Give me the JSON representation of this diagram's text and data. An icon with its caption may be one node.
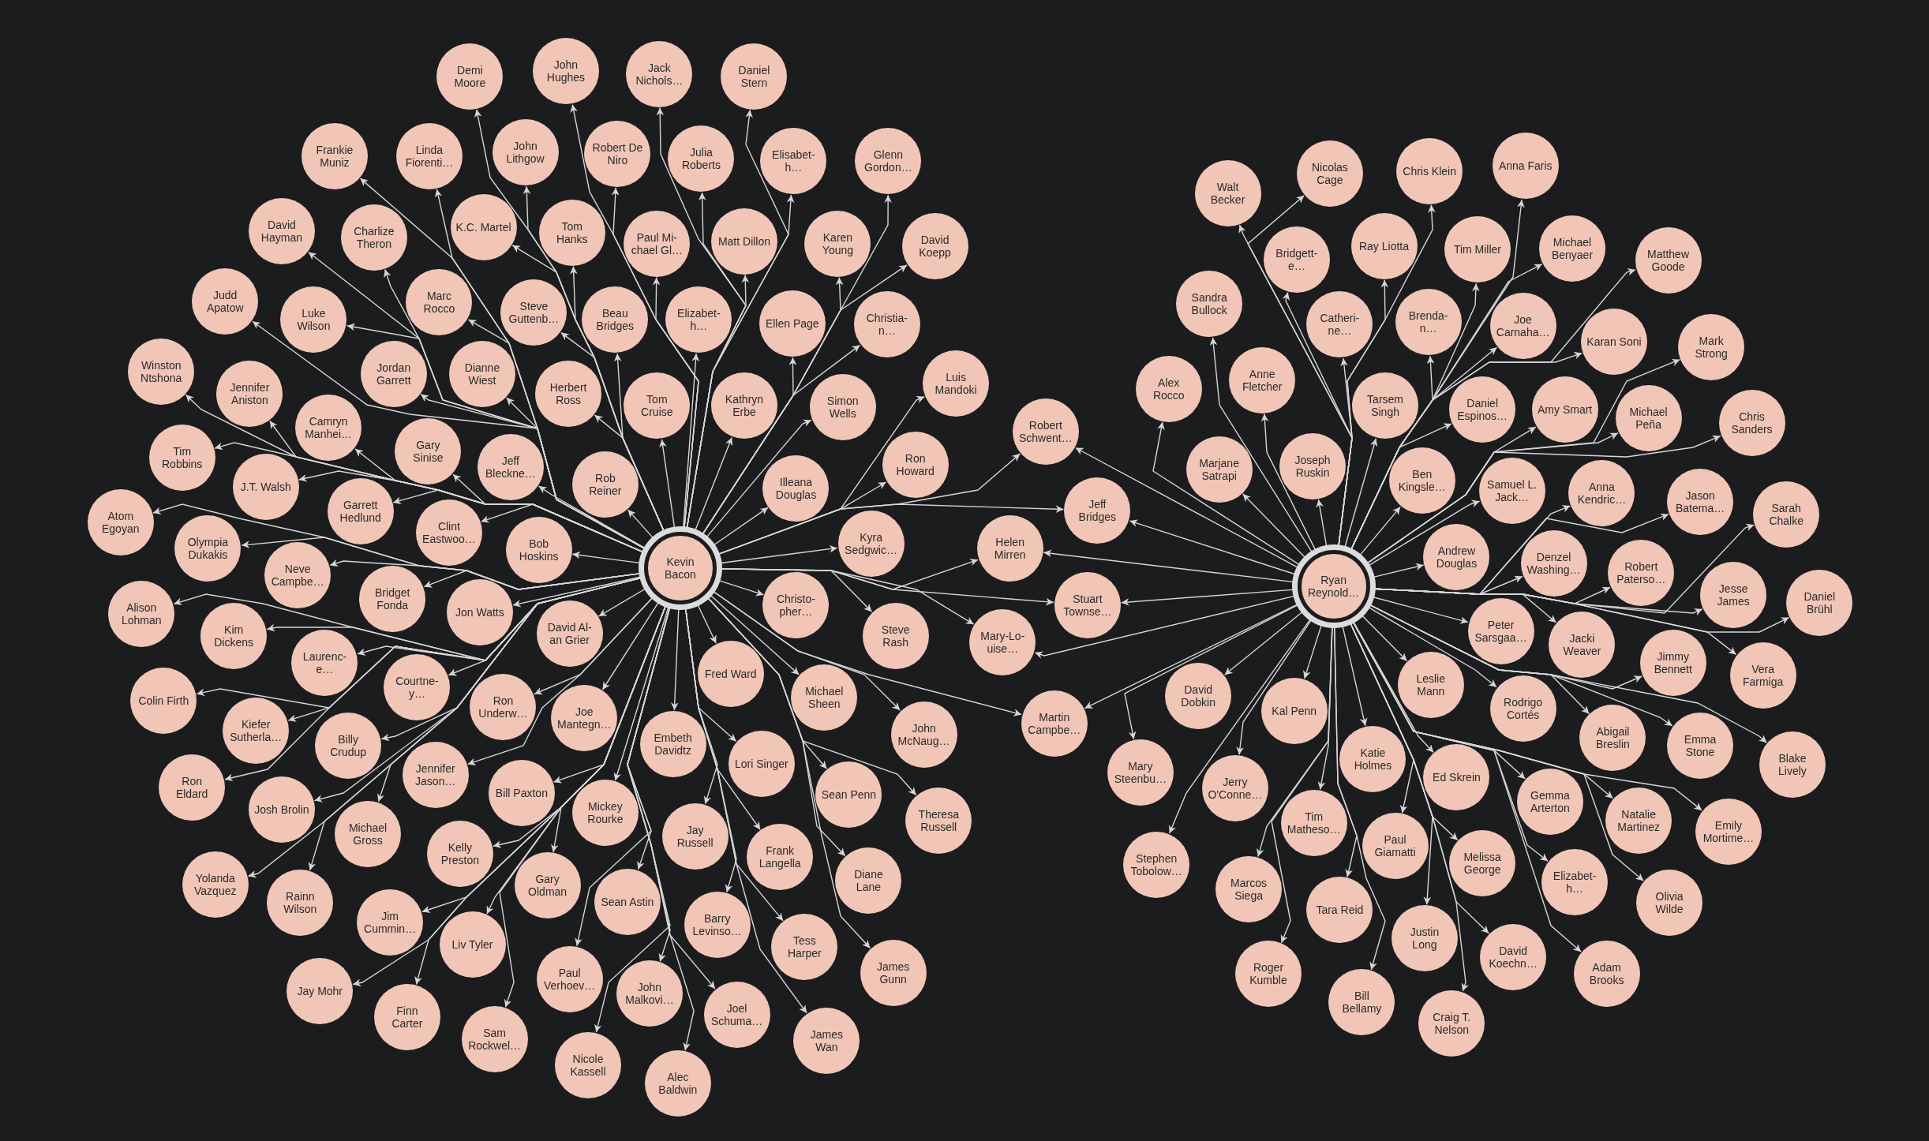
{
  "diagram": {
    "nodes": [
      {
        "text": [
          "Kevin Bacon"
        ]
      },
      {
        "text": [
          "Demi Moore"
        ]
      },
      {
        "text": [
          "John Hughes"
        ]
      },
      {
        "text": [
          "Jack Nichols…"
        ]
      },
      {
        "text": [
          "Daniel Stern"
        ]
      },
      {
        "text": [
          "Frankie Muniz"
        ]
      },
      {
        "text": [
          "Linda Fiorenti…"
        ]
      },
      {
        "text": [
          "John Lithgow"
        ]
      },
      {
        "text": [
          "Robert De Niro"
        ]
      },
      {
        "text": [
          "Julia Roberts"
        ]
      },
      {
        "text": [
          "Elisabet- h…"
        ]
      },
      {
        "text": [
          "Glenn Gordon…"
        ]
      },
      {
        "text": [
          "David Hayman"
        ]
      },
      {
        "text": [
          "Charlize Theron"
        ]
      },
      {
        "text": [
          "K.C. Martel"
        ]
      },
      {
        "text": [
          "Tom Hanks"
        ]
      },
      {
        "text": [
          "Paul Mi- chael Gl…"
        ]
      },
      {
        "text": [
          "Matt Dillon"
        ]
      },
      {
        "text": [
          "Karen Young"
        ]
      },
      {
        "text": [
          "David Koepp"
        ]
      },
      {
        "text": [
          "Judd Apatow"
        ]
      },
      {
        "text": [
          "Luke Wilson"
        ]
      },
      {
        "text": [
          "Marc Rocco"
        ]
      },
      {
        "text": [
          "Steve Guttenb…"
        ]
      },
      {
        "text": [
          "Beau Bridges"
        ]
      },
      {
        "text": [
          "Elizabet- h…"
        ]
      },
      {
        "text": [
          "Ellen Page"
        ]
      },
      {
        "text": [
          "Christia- n…"
        ]
      },
      {
        "text": [
          "Winston Ntshona"
        ]
      },
      {
        "text": [
          "Jennifer Aniston"
        ]
      },
      {
        "text": [
          "Jordan Garrett"
        ]
      },
      {
        "text": [
          "Dianne Wiest"
        ]
      },
      {
        "text": [
          "Herbert Ross"
        ]
      },
      {
        "text": [
          "Tom Cruise"
        ]
      },
      {
        "text": [
          "Kathryn Erbe"
        ]
      },
      {
        "text": [
          "Simon Wells"
        ]
      },
      {
        "text": [
          "Luis Mandoki"
        ]
      },
      {
        "text": [
          "Camryn Manhei…"
        ]
      },
      {
        "text": [
          "Gary Sinise"
        ]
      },
      {
        "text": [
          "Jeff Bleckne…"
        ]
      },
      {
        "text": [
          "Rob Reiner"
        ]
      },
      {
        "text": [
          "Tim Robbins"
        ]
      },
      {
        "text": [
          "J.T. Walsh"
        ]
      },
      {
        "text": [
          "Garrett Hedlund"
        ]
      },
      {
        "text": [
          "Clint Eastwoo…"
        ]
      },
      {
        "text": [
          "Bob Hoskins"
        ]
      },
      {
        "text": [
          "Atom Egoyan"
        ]
      },
      {
        "text": [
          "Olympia Dukakis"
        ]
      },
      {
        "text": [
          "Illeana Douglas"
        ]
      },
      {
        "text": [
          "Ron Howard"
        ]
      },
      {
        "text": [
          "Kyra Sedgwic…"
        ]
      },
      {
        "text": [
          "Neve Campbe…"
        ]
      },
      {
        "text": [
          "Bridget Fonda"
        ]
      },
      {
        "text": [
          "Jon Watts"
        ]
      },
      {
        "text": [
          "David Al- an Grier"
        ]
      },
      {
        "text": [
          "Alison Lohman"
        ]
      },
      {
        "text": [
          "Kim Dickens"
        ]
      },
      {
        "text": [
          "Christo- pher…"
        ]
      },
      {
        "text": [
          "Steve Rash"
        ]
      },
      {
        "text": [
          "Laurenc- e…"
        ]
      },
      {
        "text": [
          "Courtne- y…"
        ]
      },
      {
        "text": [
          "Ron Underw…"
        ]
      },
      {
        "text": [
          "Fred Ward"
        ]
      },
      {
        "text": [
          "Colin Firth"
        ]
      },
      {
        "text": [
          "Kiefer Sutherla…"
        ]
      },
      {
        "text": [
          "Billy Crudup"
        ]
      },
      {
        "text": [
          "Joe Mantegn…"
        ]
      },
      {
        "text": [
          "Embeth Davidtz"
        ]
      },
      {
        "text": [
          "Michael Sheen"
        ]
      },
      {
        "text": [
          "John McNaug…"
        ]
      },
      {
        "text": [
          "Ron Eldard"
        ]
      },
      {
        "text": [
          "Jennifer Jason…"
        ]
      },
      {
        "text": [
          "Bill Paxton"
        ]
      },
      {
        "text": [
          "Lori Singer"
        ]
      },
      {
        "text": [
          "Sean Penn"
        ]
      },
      {
        "text": [
          "Josh Brolin"
        ]
      },
      {
        "text": [
          "Michael Gross"
        ]
      },
      {
        "text": [
          "Mickey Rourke"
        ]
      },
      {
        "text": [
          "Jay Russell"
        ]
      },
      {
        "text": [
          "Theresa Russell"
        ]
      },
      {
        "text": [
          "Yolanda Vazquez"
        ]
      },
      {
        "text": [
          "Kelly Preston"
        ]
      },
      {
        "text": [
          "Gary Oldman"
        ]
      },
      {
        "text": [
          "Frank Langella"
        ]
      },
      {
        "text": [
          "Diane Lane"
        ]
      },
      {
        "text": [
          "Rainn Wilson"
        ]
      },
      {
        "text": [
          "Sean Astin"
        ]
      },
      {
        "text": [
          "Jim Cummin…"
        ]
      },
      {
        "text": [
          "Liv Tyler"
        ]
      },
      {
        "text": [
          "Barry Levinso…"
        ]
      },
      {
        "text": [
          "Tess Harper"
        ]
      },
      {
        "text": [
          "Jay Mohr"
        ]
      },
      {
        "text": [
          "Paul Verhoev…"
        ]
      },
      {
        "text": [
          "John Malkovi…"
        ]
      },
      {
        "text": [
          "Joel Schuma…"
        ]
      },
      {
        "text": [
          "James Gunn"
        ]
      },
      {
        "text": [
          "Finn Carter"
        ]
      },
      {
        "text": [
          "Sam Rockwel…"
        ]
      },
      {
        "text": [
          "James Wan"
        ]
      },
      {
        "text": [
          "Nicole Kassell"
        ]
      },
      {
        "text": [
          "Alec Baldwin"
        ]
      },
      {
        "text": [
          "Robert Schwent…"
        ]
      },
      {
        "text": [
          "Jeff Bridges"
        ]
      },
      {
        "text": [
          "Helen Mirren"
        ]
      },
      {
        "text": [
          "Stuart Townse…"
        ]
      },
      {
        "text": [
          "Mary-Lo- uise…"
        ]
      },
      {
        "text": [
          "Martin Campbe…"
        ]
      },
      {
        "text": [
          "Ryan Reynold…"
        ]
      },
      {
        "text": [
          "Walt Becker"
        ]
      },
      {
        "text": [
          "Nicolas Cage"
        ]
      },
      {
        "text": [
          "Chris Klein"
        ]
      },
      {
        "text": [
          "Anna Faris"
        ]
      },
      {
        "text": [
          "Bridgett- e…"
        ]
      },
      {
        "text": [
          "Ray Liotta"
        ]
      },
      {
        "text": [
          "Tim Miller"
        ]
      },
      {
        "text": [
          "Michael Benyaer"
        ]
      },
      {
        "text": [
          "Matthew Goode"
        ]
      },
      {
        "text": [
          "Sandra Bullock"
        ]
      },
      {
        "text": [
          "Catheri- ne…"
        ]
      },
      {
        "text": [
          "Brenda- n…"
        ]
      },
      {
        "text": [
          "Joe Carnaha…"
        ]
      },
      {
        "text": [
          "Karan Soni"
        ]
      },
      {
        "text": [
          "Mark Strong"
        ]
      },
      {
        "text": [
          "Alex Rocco"
        ]
      },
      {
        "text": [
          "Anne Fletcher"
        ]
      },
      {
        "text": [
          "Tarsem Singh"
        ]
      },
      {
        "text": [
          "Daniel Espinos…"
        ]
      },
      {
        "text": [
          "Amy Smart"
        ]
      },
      {
        "text": [
          "Michael Peña"
        ]
      },
      {
        "text": [
          "Chris Sanders"
        ]
      },
      {
        "text": [
          "Marjane Satrapi"
        ]
      },
      {
        "text": [
          "Joseph Ruskin"
        ]
      },
      {
        "text": [
          "Ben Kingsle…"
        ]
      },
      {
        "text": [
          "Samuel L. Jack…"
        ]
      },
      {
        "text": [
          "Anna Kendric…"
        ]
      },
      {
        "text": [
          "Jason Batema…"
        ]
      },
      {
        "text": [
          "Sarah Chalke"
        ]
      },
      {
        "text": [
          "Andrew Douglas"
        ]
      },
      {
        "text": [
          "Denzel Washing…"
        ]
      },
      {
        "text": [
          "Robert Paterso…"
        ]
      },
      {
        "text": [
          "Jesse James"
        ]
      },
      {
        "text": [
          "Daniel Brühl"
        ]
      },
      {
        "text": [
          "Peter Sarsgaa…"
        ]
      },
      {
        "text": [
          "Jacki Weaver"
        ]
      },
      {
        "text": [
          "Jimmy Bennett"
        ]
      },
      {
        "text": [
          "Vera Farmiga"
        ]
      },
      {
        "text": [
          "David Dobkin"
        ]
      },
      {
        "text": [
          "Kal Penn"
        ]
      },
      {
        "text": [
          "Leslie Mann"
        ]
      },
      {
        "text": [
          "Rodrigo Cortés"
        ]
      },
      {
        "text": [
          "Abigail Breslin"
        ]
      },
      {
        "text": [
          "Emma Stone"
        ]
      },
      {
        "text": [
          "Blake Lively"
        ]
      },
      {
        "text": [
          "Mary Steenbu…"
        ]
      },
      {
        "text": [
          "Jerry O'Conne…"
        ]
      },
      {
        "text": [
          "Katie Holmes"
        ]
      },
      {
        "text": [
          "Ed Skrein"
        ]
      },
      {
        "text": [
          "Gemma Arterton"
        ]
      },
      {
        "text": [
          "Natalie Martinez"
        ]
      },
      {
        "text": [
          "Emily Mortime…"
        ]
      },
      {
        "text": [
          "Tim Matheso…"
        ]
      },
      {
        "text": [
          "Paul Giamatti"
        ]
      },
      {
        "text": [
          "Melissa George"
        ]
      },
      {
        "text": [
          "Elizabet- h…"
        ]
      },
      {
        "text": [
          "Olivia Wilde"
        ]
      },
      {
        "text": [
          "Stephen Tobolow…"
        ]
      },
      {
        "text": [
          "Marcos Siega"
        ]
      },
      {
        "text": [
          "Tara Reid"
        ]
      },
      {
        "text": [
          "Justin Long"
        ]
      },
      {
        "text": [
          "David Koechn…"
        ]
      },
      {
        "text": [
          "Adam Brooks"
        ]
      },
      {
        "text": [
          "Roger Kumble"
        ]
      },
      {
        "text": [
          "Bill Bellamy"
        ]
      },
      {
        "text": [
          "Craig T. Nelson"
        ]
      }
    ],
    "edges": [
      {
        "from": 0,
        "to": 1,
        "arrow": "to"
      },
      {
        "from": 0,
        "to": 2,
        "arrow": "to"
      },
      {
        "from": 0,
        "to": 3,
        "arrow": "to"
      },
      {
        "from": 0,
        "to": 4,
        "arrow": "to"
      },
      {
        "from": 0,
        "to": 5,
        "arrow": "to"
      },
      {
        "from": 0,
        "to": 6,
        "arrow": "to"
      },
      {
        "from": 0,
        "to": 7,
        "arrow": "to"
      },
      {
        "from": 0,
        "to": 8,
        "arrow": "to"
      },
      {
        "from": 0,
        "to": 9,
        "arrow": "to"
      },
      {
        "from": 0,
        "to": 10,
        "arrow": "to"
      },
      {
        "from": 0,
        "to": 11,
        "arrow": "to"
      },
      {
        "from": 0,
        "to": 12,
        "arrow": "to"
      },
      {
        "from": 0,
        "to": 13,
        "arrow": "to"
      },
      {
        "from": 0,
        "to": 14,
        "arrow": "to"
      },
      {
        "from": 0,
        "to": 15,
        "arrow": "to"
      },
      {
        "from": 0,
        "to": 16,
        "arrow": "to"
      },
      {
        "from": 0,
        "to": 17,
        "arrow": "to"
      },
      {
        "from": 0,
        "to": 18,
        "arrow": "to"
      },
      {
        "from": 0,
        "to": 19,
        "arrow": "to"
      },
      {
        "from": 0,
        "to": 20,
        "arrow": "to"
      },
      {
        "from": 0,
        "to": 21,
        "arrow": "to"
      },
      {
        "from": 0,
        "to": 22,
        "arrow": "to"
      },
      {
        "from": 0,
        "to": 23,
        "arrow": "to"
      },
      {
        "from": 0,
        "to": 24,
        "arrow": "to"
      },
      {
        "from": 0,
        "to": 25,
        "arrow": "to"
      },
      {
        "from": 0,
        "to": 26,
        "arrow": "to"
      },
      {
        "from": 0,
        "to": 27,
        "arrow": "to"
      },
      {
        "from": 0,
        "to": 28,
        "arrow": "to"
      },
      {
        "from": 0,
        "to": 29,
        "arrow": "to"
      },
      {
        "from": 0,
        "to": 30,
        "arrow": "to"
      },
      {
        "from": 0,
        "to": 31,
        "arrow": "to"
      },
      {
        "from": 0,
        "to": 32,
        "arrow": "to"
      },
      {
        "from": 0,
        "to": 33,
        "arrow": "to"
      },
      {
        "from": 0,
        "to": 34,
        "arrow": "to"
      },
      {
        "from": 0,
        "to": 35,
        "arrow": "to"
      },
      {
        "from": 0,
        "to": 36,
        "arrow": "to"
      },
      {
        "from": 0,
        "to": 37,
        "arrow": "to"
      },
      {
        "from": 0,
        "to": 38,
        "arrow": "to"
      },
      {
        "from": 0,
        "to": 39,
        "arrow": "to"
      },
      {
        "from": 0,
        "to": 40,
        "arrow": "to"
      },
      {
        "from": 0,
        "to": 41,
        "arrow": "to"
      },
      {
        "from": 0,
        "to": 42,
        "arrow": "to"
      },
      {
        "from": 0,
        "to": 43,
        "arrow": "to"
      },
      {
        "from": 0,
        "to": 44,
        "arrow": "to"
      },
      {
        "from": 0,
        "to": 45,
        "arrow": "to"
      },
      {
        "from": 0,
        "to": 46,
        "arrow": "to"
      },
      {
        "from": 0,
        "to": 47,
        "arrow": "to"
      },
      {
        "from": 0,
        "to": 48,
        "arrow": "to"
      },
      {
        "from": 0,
        "to": 49,
        "arrow": "to"
      },
      {
        "from": 0,
        "to": 50,
        "arrow": "to"
      },
      {
        "from": 0,
        "to": 51,
        "arrow": "to"
      },
      {
        "from": 0,
        "to": 52,
        "arrow": "to"
      },
      {
        "from": 0,
        "to": 53,
        "arrow": "to"
      },
      {
        "from": 0,
        "to": 54,
        "arrow": "to"
      },
      {
        "from": 0,
        "to": 55,
        "arrow": "to"
      },
      {
        "from": 0,
        "to": 56,
        "arrow": "to"
      },
      {
        "from": 0,
        "to": 57,
        "arrow": "to"
      },
      {
        "from": 0,
        "to": 58,
        "arrow": "to"
      },
      {
        "from": 0,
        "to": 59,
        "arrow": "to"
      },
      {
        "from": 0,
        "to": 60,
        "arrow": "to"
      },
      {
        "from": 0,
        "to": 61,
        "arrow": "to"
      },
      {
        "from": 0,
        "to": 62,
        "arrow": "to"
      },
      {
        "from": 0,
        "to": 63,
        "arrow": "to"
      },
      {
        "from": 0,
        "to": 64,
        "arrow": "to"
      },
      {
        "from": 0,
        "to": 65,
        "arrow": "to"
      },
      {
        "from": 0,
        "to": 66,
        "arrow": "to"
      },
      {
        "from": 0,
        "to": 67,
        "arrow": "to"
      },
      {
        "from": 0,
        "to": 68,
        "arrow": "to"
      },
      {
        "from": 0,
        "to": 69,
        "arrow": "to"
      },
      {
        "from": 0,
        "to": 70,
        "arrow": "to"
      },
      {
        "from": 0,
        "to": 71,
        "arrow": "to"
      },
      {
        "from": 0,
        "to": 72,
        "arrow": "to"
      },
      {
        "from": 0,
        "to": 73,
        "arrow": "to"
      },
      {
        "from": 0,
        "to": 74,
        "arrow": "to"
      },
      {
        "from": 0,
        "to": 75,
        "arrow": "to"
      },
      {
        "from": 0,
        "to": 76,
        "arrow": "to"
      },
      {
        "from": 0,
        "to": 77,
        "arrow": "to"
      },
      {
        "from": 0,
        "to": 78,
        "arrow": "to"
      },
      {
        "from": 0,
        "to": 79,
        "arrow": "to"
      },
      {
        "from": 0,
        "to": 80,
        "arrow": "to"
      },
      {
        "from": 0,
        "to": 81,
        "arrow": "to"
      },
      {
        "from": 0,
        "to": 82,
        "arrow": "to"
      },
      {
        "from": 0,
        "to": 83,
        "arrow": "to"
      },
      {
        "from": 0,
        "to": 84,
        "arrow": "to"
      },
      {
        "from": 0,
        "to": 85,
        "arrow": "to"
      },
      {
        "from": 0,
        "to": 86,
        "arrow": "to"
      },
      {
        "from": 0,
        "to": 87,
        "arrow": "to"
      },
      {
        "from": 0,
        "to": 88,
        "arrow": "to"
      },
      {
        "from": 0,
        "to": 89,
        "arrow": "to"
      },
      {
        "from": 0,
        "to": 90,
        "arrow": "to"
      },
      {
        "from": 0,
        "to": 91,
        "arrow": "to"
      },
      {
        "from": 0,
        "to": 92,
        "arrow": "to"
      },
      {
        "from": 0,
        "to": 93,
        "arrow": "to"
      },
      {
        "from": 0,
        "to": 94,
        "arrow": "to"
      },
      {
        "from": 0,
        "to": 95,
        "arrow": "to"
      },
      {
        "from": 0,
        "to": 96,
        "arrow": "to"
      },
      {
        "from": 0,
        "to": 97,
        "arrow": "to"
      },
      {
        "from": 0,
        "to": 98,
        "arrow": "to"
      },
      {
        "from": 0,
        "to": 99,
        "arrow": "to"
      },
      {
        "from": 0,
        "to": 100,
        "arrow": "to"
      },
      {
        "from": 0,
        "to": 101,
        "arrow": "to"
      },
      {
        "from": 0,
        "to": 102,
        "arrow": "to"
      },
      {
        "from": 0,
        "to": 103,
        "arrow": "to"
      },
      {
        "from": 0,
        "to": 104,
        "arrow": "to"
      },
      {
        "from": 0,
        "to": 105,
        "arrow": "to"
      },
      {
        "from": 0,
        "to": 106,
        "arrow": "to"
      },
      {
        "from": 107,
        "to": 101,
        "arrow": "to"
      },
      {
        "from": 107,
        "to": 102,
        "arrow": "to"
      },
      {
        "from": 107,
        "to": 103,
        "arrow": "to"
      },
      {
        "from": 107,
        "to": 104,
        "arrow": "to"
      },
      {
        "from": 107,
        "to": 105,
        "arrow": "to"
      },
      {
        "from": 107,
        "to": 106,
        "arrow": "to"
      },
      {
        "from": 107,
        "to": 108,
        "arrow": "to"
      },
      {
        "from": 107,
        "to": 109,
        "arrow": "to"
      },
      {
        "from": 107,
        "to": 110,
        "arrow": "to"
      },
      {
        "from": 107,
        "to": 111,
        "arrow": "to"
      },
      {
        "from": 107,
        "to": 112,
        "arrow": "to"
      },
      {
        "from": 107,
        "to": 113,
        "arrow": "to"
      },
      {
        "from": 107,
        "to": 114,
        "arrow": "to"
      },
      {
        "from": 107,
        "to": 115,
        "arrow": "to"
      },
      {
        "from": 107,
        "to": 116,
        "arrow": "to"
      },
      {
        "from": 107,
        "to": 117,
        "arrow": "to"
      },
      {
        "from": 107,
        "to": 118,
        "arrow": "to"
      },
      {
        "from": 107,
        "to": 119,
        "arrow": "to"
      },
      {
        "from": 107,
        "to": 120,
        "arrow": "to"
      },
      {
        "from": 107,
        "to": 121,
        "arrow": "to"
      },
      {
        "from": 107,
        "to": 122,
        "arrow": "to"
      },
      {
        "from": 107,
        "to": 123,
        "arrow": "to"
      },
      {
        "from": 107,
        "to": 124,
        "arrow": "to"
      },
      {
        "from": 107,
        "to": 125,
        "arrow": "to"
      },
      {
        "from": 107,
        "to": 126,
        "arrow": "to"
      },
      {
        "from": 107,
        "to": 127,
        "arrow": "to"
      },
      {
        "from": 107,
        "to": 128,
        "arrow": "to"
      },
      {
        "from": 107,
        "to": 129,
        "arrow": "to"
      },
      {
        "from": 107,
        "to": 130,
        "arrow": "to"
      },
      {
        "from": 107,
        "to": 131,
        "arrow": "to"
      },
      {
        "from": 107,
        "to": 132,
        "arrow": "to"
      },
      {
        "from": 107,
        "to": 133,
        "arrow": "to"
      },
      {
        "from": 107,
        "to": 134,
        "arrow": "to"
      },
      {
        "from": 107,
        "to": 135,
        "arrow": "to"
      },
      {
        "from": 107,
        "to": 136,
        "arrow": "to"
      },
      {
        "from": 107,
        "to": 137,
        "arrow": "to"
      },
      {
        "from": 107,
        "to": 138,
        "arrow": "to"
      },
      {
        "from": 107,
        "to": 139,
        "arrow": "to"
      },
      {
        "from": 107,
        "to": 140,
        "arrow": "to"
      },
      {
        "from": 107,
        "to": 141,
        "arrow": "to"
      },
      {
        "from": 107,
        "to": 142,
        "arrow": "to"
      },
      {
        "from": 107,
        "to": 143,
        "arrow": "to"
      },
      {
        "from": 107,
        "to": 144,
        "arrow": "to"
      },
      {
        "from": 107,
        "to": 145,
        "arrow": "to"
      },
      {
        "from": 107,
        "to": 146,
        "arrow": "to"
      },
      {
        "from": 107,
        "to": 147,
        "arrow": "to"
      },
      {
        "from": 107,
        "to": 148,
        "arrow": "to"
      },
      {
        "from": 107,
        "to": 149,
        "arrow": "to"
      },
      {
        "from": 107,
        "to": 150,
        "arrow": "to"
      },
      {
        "from": 107,
        "to": 151,
        "arrow": "to"
      },
      {
        "from": 107,
        "to": 152,
        "arrow": "to"
      },
      {
        "from": 107,
        "to": 153,
        "arrow": "to"
      },
      {
        "from": 107,
        "to": 154,
        "arrow": "to"
      },
      {
        "from": 107,
        "to": 155,
        "arrow": "to"
      },
      {
        "from": 107,
        "to": 156,
        "arrow": "to"
      },
      {
        "from": 107,
        "to": 157,
        "arrow": "to"
      },
      {
        "from": 107,
        "to": 158,
        "arrow": "to"
      },
      {
        "from": 107,
        "to": 159,
        "arrow": "to"
      },
      {
        "from": 107,
        "to": 160,
        "arrow": "to"
      },
      {
        "from": 107,
        "to": 161,
        "arrow": "to"
      },
      {
        "from": 107,
        "to": 162,
        "arrow": "to"
      },
      {
        "from": 107,
        "to": 163,
        "arrow": "to"
      },
      {
        "from": 107,
        "to": 164,
        "arrow": "to"
      },
      {
        "from": 107,
        "to": 165,
        "arrow": "to"
      },
      {
        "from": 107,
        "to": 166,
        "arrow": "to"
      },
      {
        "from": 107,
        "to": 167,
        "arrow": "to"
      },
      {
        "from": 107,
        "to": 168,
        "arrow": "to"
      },
      {
        "from": 107,
        "to": 169,
        "arrow": "to"
      },
      {
        "from": 107,
        "to": 170,
        "arrow": "to"
      },
      {
        "from": 107,
        "to": 171,
        "arrow": "to"
      },
      {
        "from": 107,
        "to": 172,
        "arrow": "to"
      },
      {
        "from": 107,
        "to": 173,
        "arrow": "to"
      }
    ]
  }
}
